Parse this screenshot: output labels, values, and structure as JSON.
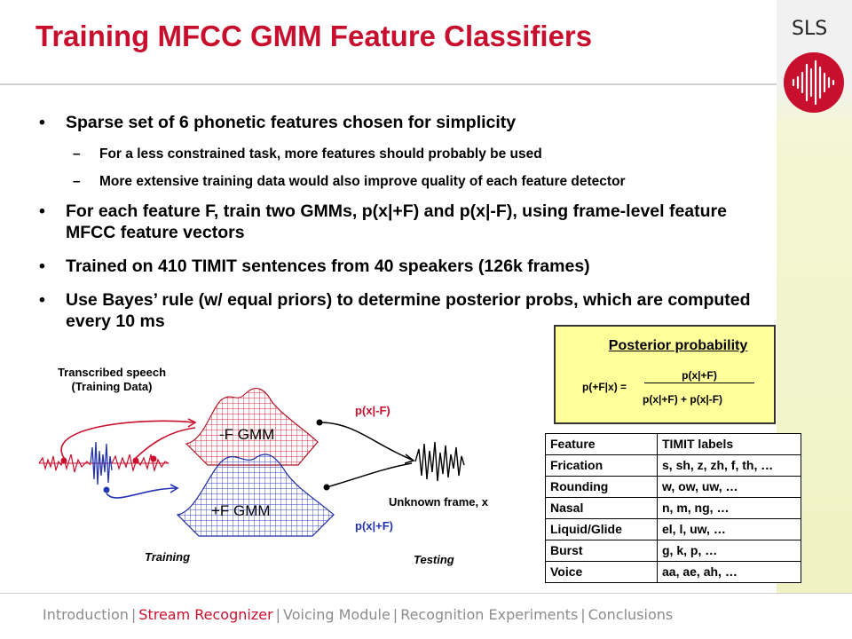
{
  "slide": {
    "title": "Training MFCC GMM Feature Classifiers",
    "brand": "SLS"
  },
  "bullets": [
    {
      "level": 1,
      "text": "Sparse set of 6 phonetic features chosen for simplicity"
    },
    {
      "level": 2,
      "text": "For a less constrained task, more features should probably be used"
    },
    {
      "level": 2,
      "text": "More extensive training data would also improve quality of each feature detector"
    },
    {
      "level": 1,
      "text": "For each feature F, train two GMMs, p(x|+F) and p(x|-F), using frame-level feature MFCC feature vectors"
    },
    {
      "level": 1,
      "text": "Trained on 410 TIMIT sentences from 40 speakers (126k frames)"
    },
    {
      "level": 1,
      "text": "Use Bayes’ rule (w/ equal priors) to determine posterior probs, which are computed every 10 ms"
    }
  ],
  "posterior": {
    "title": "Posterior probability",
    "lhs": "p(+F|x) =",
    "numerator": "p(x|+F)",
    "denominator": "p(x|+F) + p(x|-F)"
  },
  "diagram": {
    "transcribed_line1": "Transcribed speech",
    "transcribed_line2": "(Training Data)",
    "neg_gmm": "-F GMM",
    "pos_gmm": "+F GMM",
    "p_neg": "p(x|-F)",
    "p_pos": "p(x|+F)",
    "unknown_frame": "Unknown frame, x",
    "training": "Training",
    "testing": "Testing"
  },
  "table": {
    "headers": [
      "Feature",
      "TIMIT labels"
    ],
    "rows": [
      [
        "Frication",
        "s, sh, z, zh, f, th, …"
      ],
      [
        "Rounding",
        "w, ow, uw, …"
      ],
      [
        "Nasal",
        "n, m, ng, …"
      ],
      [
        "Liquid/Glide",
        "el, l, uw, …"
      ],
      [
        "Burst",
        "g, k, p, …"
      ],
      [
        "Voice",
        "aa, ae, ah, …"
      ]
    ]
  },
  "nav": {
    "items": [
      "Introduction",
      "Stream Recognizer",
      "Voicing Module",
      "Recognition Experiments",
      "Conclusions"
    ],
    "active": "Stream Recognizer"
  },
  "colors": {
    "title_red": "#c8102e",
    "negative_gmm": "#d9283c",
    "positive_gmm": "#2e3fc8",
    "posterior_box": "#ffff99",
    "nav_gray": "#8c8c8c"
  }
}
